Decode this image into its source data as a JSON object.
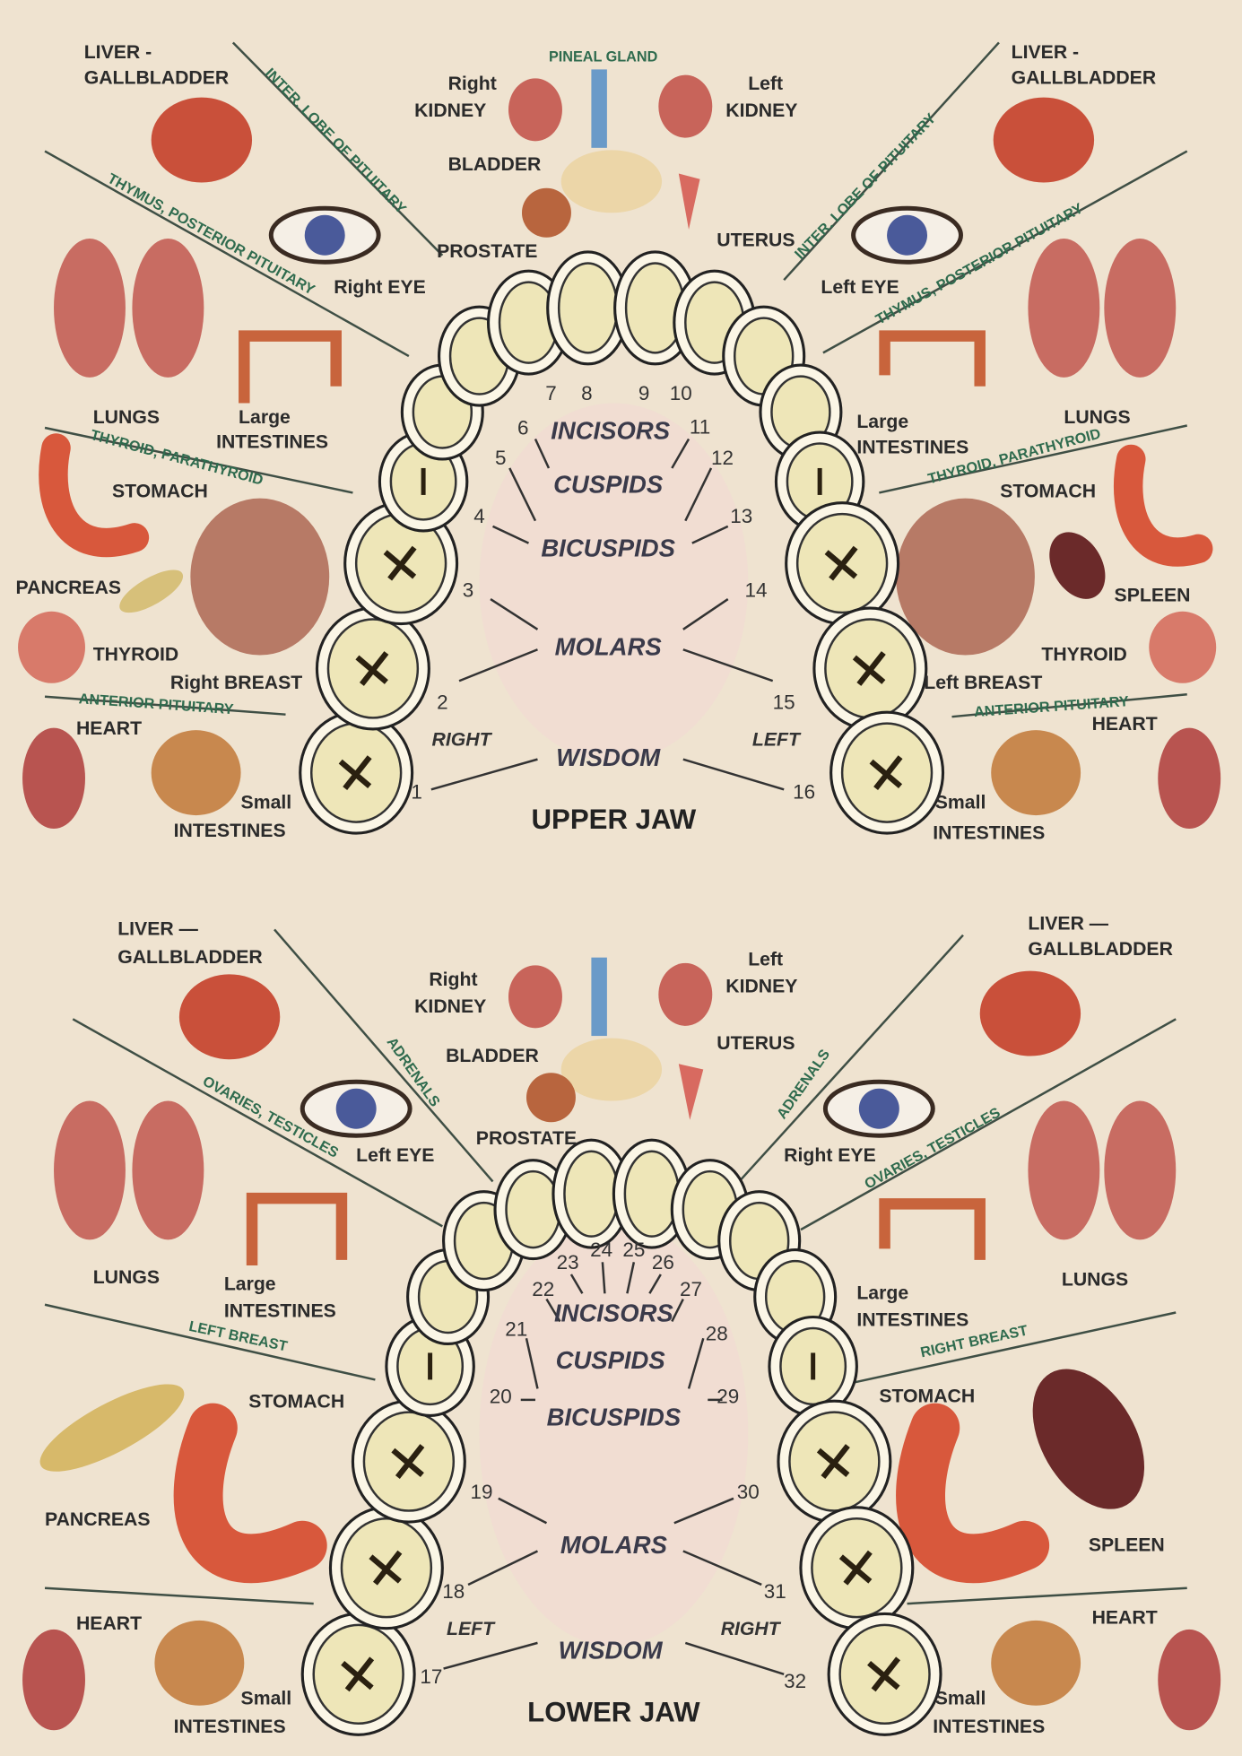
{
  "colors": {
    "background": "#efe3d0",
    "organ": "#c9503a",
    "gland_text": "#2f6b4e",
    "tooth": "#eee6b8"
  },
  "upper_jaw": {
    "title": "UPPER JAW",
    "side_right": "RIGHT",
    "side_left": "LEFT",
    "groups": {
      "incisors": "INCISORS",
      "cuspids": "CUSPIDS",
      "bicuspids": "BICUSPIDS",
      "molars": "MOLARS",
      "wisdom": "WISDOM"
    },
    "tooth_numbers": [
      "1",
      "2",
      "3",
      "4",
      "5",
      "6",
      "7",
      "8",
      "9",
      "10",
      "11",
      "12",
      "13",
      "14",
      "15",
      "16"
    ],
    "left_side": {
      "liver_1": "LIVER -",
      "liver_2": "GALLBLADDER",
      "inter_lobe": "INTER. LOBE OF PITUITARY",
      "thymus": "THYMUS, POSTERIOR PITUITARY",
      "eye": "Right EYE",
      "lungs": "LUNGS",
      "large_int_1": "Large",
      "large_int_2": "INTESTINES",
      "thyroid_para": "THYROID, PARATHYROID",
      "stomach": "STOMACH",
      "pancreas": "PANCREAS",
      "thyroid": "THYROID",
      "breast": "Right BREAST",
      "anterior": "ANTERIOR PITUITARY",
      "heart": "HEART",
      "small_int_1": "Small",
      "small_int_2": "INTESTINES"
    },
    "center": {
      "pineal": "PINEAL GLAND",
      "right_kidney_1": "Right",
      "right_kidney_2": "KIDNEY",
      "left_kidney_1": "Left",
      "left_kidney_2": "KIDNEY",
      "bladder": "BLADDER",
      "prostate": "PROSTATE",
      "uterus": "UTERUS"
    },
    "right_side": {
      "liver_1": "LIVER -",
      "liver_2": "GALLBLADDER",
      "inter_lobe": "INTER. LOBE OF PITUITARY",
      "thymus": "THYMUS, POSTERIOR PITUITARY",
      "eye": "Left EYE",
      "lungs": "LUNGS",
      "large_int_1": "Large",
      "large_int_2": "INTESTINES",
      "thyroid_para": "THYROID, PARATHYROID",
      "stomach": "STOMACH",
      "spleen": "SPLEEN",
      "thyroid": "THYROID",
      "breast": "Left BREAST",
      "anterior": "ANTERIOR PITUITARY",
      "heart": "HEART",
      "small_int_1": "Small",
      "small_int_2": "INTESTINES"
    }
  },
  "lower_jaw": {
    "title": "LOWER JAW",
    "side_left": "LEFT",
    "side_right": "RIGHT",
    "groups": {
      "incisors": "INCISORS",
      "cuspids": "CUSPIDS",
      "bicuspids": "BICUSPIDS",
      "molars": "MOLARS",
      "wisdom": "WISDOM"
    },
    "tooth_numbers": [
      "17",
      "18",
      "19",
      "20",
      "21",
      "22",
      "23",
      "24",
      "25",
      "26",
      "27",
      "28",
      "29",
      "30",
      "31",
      "32"
    ],
    "left_side": {
      "liver_1": "LIVER —",
      "liver_2": "GALLBLADDER",
      "adrenals": "ADRENALS",
      "ovaries": "OVARIES, TESTICLES",
      "eye": "Left EYE",
      "lungs": "LUNGS",
      "large_int_1": "Large",
      "large_int_2": "INTESTINES",
      "breast": "LEFT  BREAST",
      "stomach": "STOMACH",
      "pancreas": "PANCREAS",
      "heart": "HEART",
      "small_int_1": "Small",
      "small_int_2": "INTESTINES"
    },
    "center": {
      "right_kidney_1": "Right",
      "right_kidney_2": "KIDNEY",
      "left_kidney_1": "Left",
      "left_kidney_2": "KIDNEY",
      "bladder": "BLADDER",
      "prostate": "PROSTATE",
      "uterus": "UTERUS"
    },
    "right_side": {
      "liver_1": "LIVER —",
      "liver_2": "GALLBLADDER",
      "adrenals": "ADRENALS",
      "ovaries": "OVARIES, TESTICLES",
      "eye": "Right EYE",
      "lungs": "LUNGS",
      "large_int_1": "Large",
      "large_int_2": "INTESTINES",
      "breast": "RIGHT  BREAST",
      "stomach": "STOMACH",
      "spleen": "SPLEEN",
      "heart": "HEART",
      "small_int_1": "Small",
      "small_int_2": "INTESTINES"
    }
  }
}
